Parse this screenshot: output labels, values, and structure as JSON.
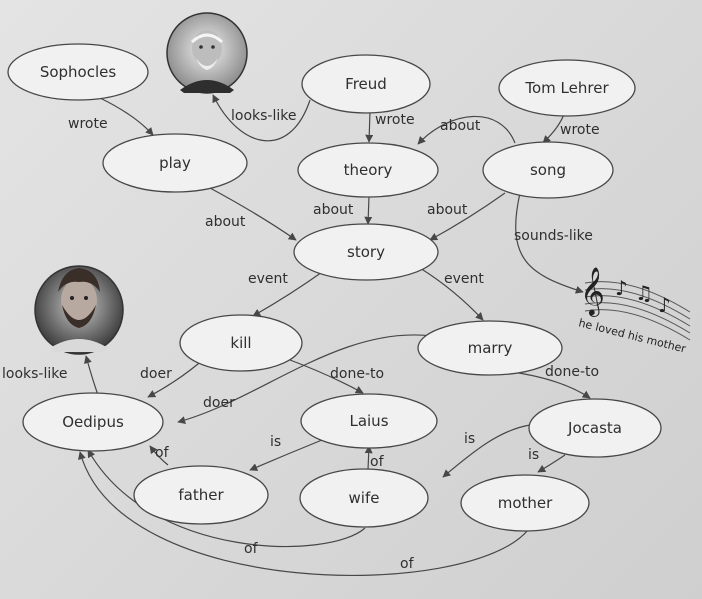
{
  "nodes": {
    "sophocles": "Sophocles",
    "freud": "Freud",
    "tom_lehrer": "Tom Lehrer",
    "play": "play",
    "theory": "theory",
    "song": "song",
    "story": "story",
    "kill": "kill",
    "marry": "marry",
    "oedipus": "Oedipus",
    "laius": "Laius",
    "jocasta": "Jocasta",
    "father": "father",
    "wife": "wife",
    "mother": "mother"
  },
  "edges": {
    "sophocles_play": "wrote",
    "freud_photo": "looks-like",
    "freud_theory": "wrote",
    "song_theory": "about",
    "tomlehrer_song": "wrote",
    "play_story": "about",
    "theory_story": "about",
    "song_story": "about",
    "song_music": "sounds-like",
    "story_kill": "event",
    "story_marry": "event",
    "oedipus_photo": "looks-like",
    "kill_oedipus": "doer",
    "marry_oedipus": "doer",
    "kill_laius": "done-to",
    "marry_jocasta": "done-to",
    "laius_father": "is",
    "father_oedipus": "of",
    "wife_laius": "of",
    "jocasta_wife": "is",
    "jocasta_mother": "is",
    "wife_oedipus": "of",
    "mother_oedipus": "of"
  },
  "images": {
    "freud_portrait": "freud-portrait",
    "oedipus_portrait": "oedipus-portrait",
    "music_caption": "he loved his mother"
  },
  "colors": {
    "stroke": "#474747",
    "node_fill": "#f1f1f1",
    "text": "#2f2f2f"
  }
}
